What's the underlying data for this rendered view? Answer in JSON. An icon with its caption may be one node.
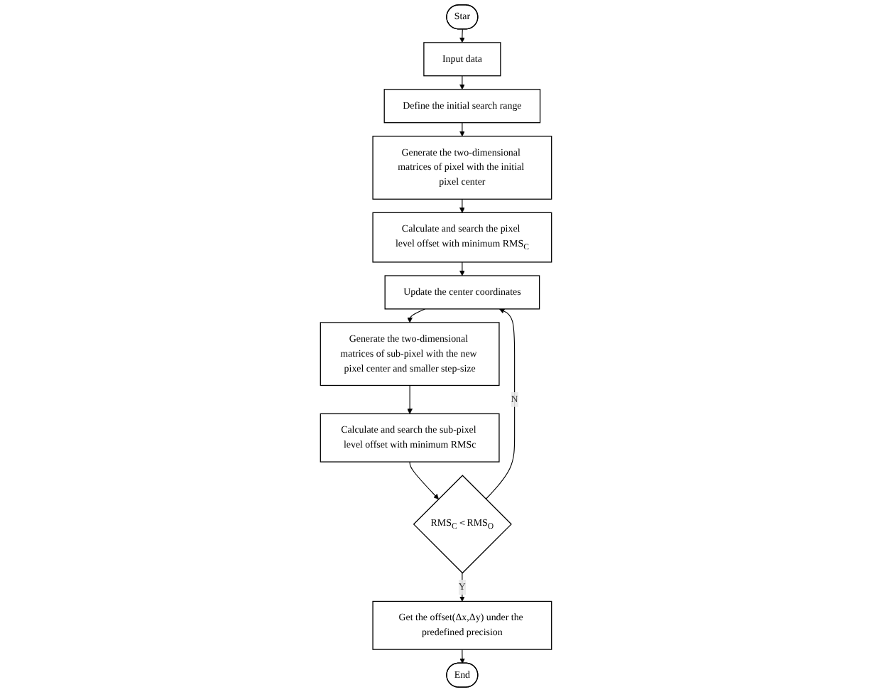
{
  "diagram": {
    "nodes": [
      {
        "text": [
          "Star"
        ]
      },
      {
        "text": [
          "Input data"
        ]
      },
      {
        "text": [
          "Define the initial search range"
        ]
      },
      {
        "text": [
          "Generate the two-dimensional matrices of pixel with the initial pixel center"
        ]
      },
      {
        "text": [
          "Calculate and search the pixel level offset with minimum RMS$_{C}$"
        ]
      },
      {
        "text": [
          "Update the center coordinates"
        ]
      },
      {
        "text": [
          "Generate the two-dimensional matrices of sub-pixel with the new pixel center and smaller step-size"
        ]
      },
      {
        "text": [
          "Calculate and search the sub-pixel level offset with minimum RMSc"
        ]
      },
      {
        "text": [
          "RMS$_{C}$＜RMS$_{O}$"
        ]
      },
      {
        "text": [
          "Get the offset(Δx,Δy) under the predefined precision"
        ]
      },
      {
        "text": [
          "End"
        ]
      }
    ],
    "edges": [
      {
        "from": 0,
        "to": 1,
        "arrow": "to"
      },
      {
        "from": 1,
        "to": 2,
        "arrow": "to"
      },
      {
        "from": 2,
        "to": 3,
        "arrow": "to"
      },
      {
        "from": 3,
        "to": 4,
        "arrow": "to"
      },
      {
        "from": 4,
        "to": 5,
        "arrow": "to"
      },
      {
        "from": 5,
        "to": 6,
        "arrow": "to"
      },
      {
        "from": 6,
        "to": 7,
        "arrow": "to"
      },
      {
        "from": 7,
        "to": 8,
        "arrow": "to"
      },
      {
        "from": 8,
        "to": 5,
        "arrow": "to",
        "label": "N"
      },
      {
        "from": 8,
        "to": 9,
        "arrow": "to",
        "label": "Y"
      },
      {
        "from": 9,
        "to": 10,
        "arrow": "to"
      }
    ]
  }
}
